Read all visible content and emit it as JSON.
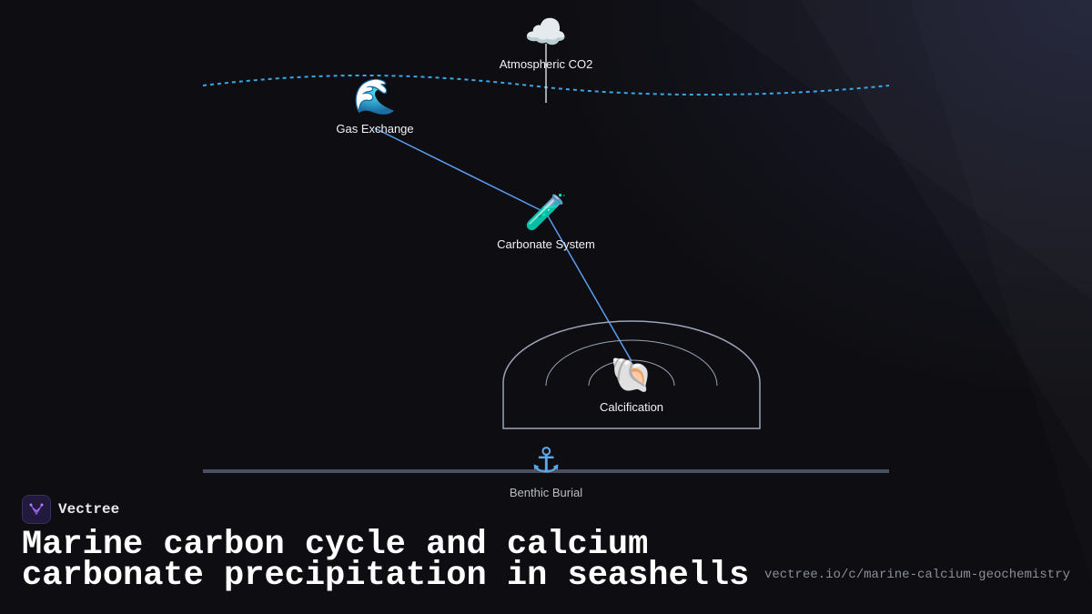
{
  "brand": {
    "name": "Vectree",
    "logo_icon": "vectree-logo-icon"
  },
  "title": "Marine carbon cycle and calcium carbonate precipitation in seashells",
  "url": "vectree.io/c/marine-calcium-geochemistry",
  "colors": {
    "background": "#0e0e12",
    "sea_surface_line": "#3aa6e8",
    "connector_line": "#5b9cf0",
    "shell_outline": "#9aa3b8",
    "seafloor_line": "#4a5060",
    "brand_logo": "#8a4fd8"
  },
  "diagram": {
    "nodes": [
      {
        "id": "atmospheric-co2",
        "label": "Atmospheric CO2",
        "emoji": "☁️",
        "icon": "cloud-icon"
      },
      {
        "id": "gas-exchange",
        "label": "Gas Exchange",
        "emoji": "🌊",
        "icon": "wave-icon"
      },
      {
        "id": "carbonate-system",
        "label": "Carbonate System",
        "emoji": "🧪",
        "icon": "test-tube-icon"
      },
      {
        "id": "calcification",
        "label": "Calcification",
        "emoji": "🐚",
        "icon": "shell-icon"
      },
      {
        "id": "benthic-burial",
        "label": "Benthic Burial",
        "emoji": "⚓",
        "icon": "anchor-icon"
      }
    ],
    "edges": [
      {
        "from": "atmospheric-co2",
        "to": "sea-surface"
      },
      {
        "from": "gas-exchange",
        "to": "carbonate-system"
      },
      {
        "from": "carbonate-system",
        "to": "calcification"
      }
    ]
  }
}
